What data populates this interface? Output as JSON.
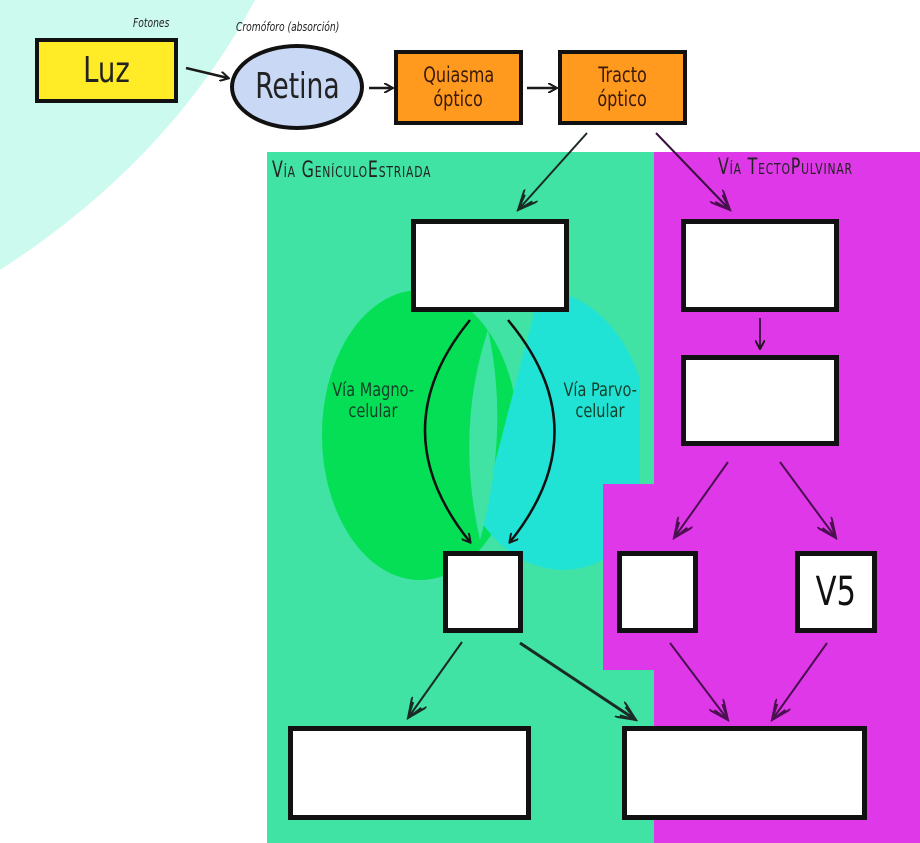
{
  "top_flow": {
    "photons_label": "Fotones",
    "chromophore_label": "Cromóforo (absorción)",
    "light": "Luz",
    "retina": "Retina",
    "optic_chiasm": [
      "Quiasma",
      "óptico"
    ],
    "optic_tract": [
      "Tracto",
      "óptico"
    ]
  },
  "pathways": {
    "geniculostriate": {
      "title": "Vía GenículoEstriada",
      "color": "#40e3a3"
    },
    "tectopulvinar": {
      "title": "Vía TectoPulvinar",
      "color": "#de38e8"
    }
  },
  "subpathways": {
    "magnocellular": {
      "label": [
        "Vía Magno-",
        "celular"
      ],
      "color": "#05df55"
    },
    "parvocellular": {
      "label": [
        "Vía Parvo-",
        "celular"
      ],
      "color": "#20e3d6"
    }
  },
  "boxes": {
    "v5": "V5"
  },
  "colors": {
    "light_box": "#ffeb26",
    "retina_fill": "#c8d8f5",
    "orange_box": "#ff9a1f",
    "background_arc": "#ccfaee"
  }
}
